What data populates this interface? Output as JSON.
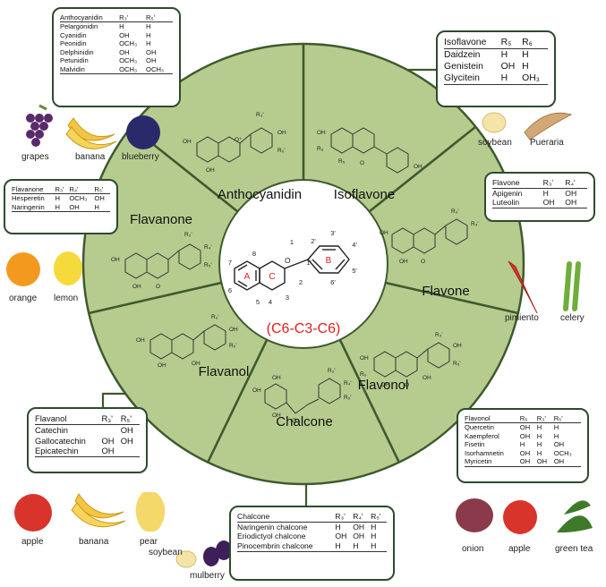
{
  "core": {
    "ring_a": "A",
    "ring_b": "B",
    "ring_c": "C",
    "formula": "(C6-C3-C6)",
    "positions": [
      "1",
      "2",
      "3",
      "4",
      "5",
      "6",
      "7",
      "8",
      "1'",
      "2'",
      "3'",
      "4'",
      "5'",
      "6'"
    ]
  },
  "segments": [
    {
      "label": "Anthocyanidin"
    },
    {
      "label": "Isoflavone"
    },
    {
      "label": "Flavone"
    },
    {
      "label": "Flavonol"
    },
    {
      "label": "Chalcone"
    },
    {
      "label": "Flavanol"
    },
    {
      "label": "Flavanone"
    }
  ],
  "mol_labels": {
    "oh": "OH",
    "o": "O",
    "o_plus": "O⁺",
    "r3": "R₃'",
    "r4": "R₄'",
    "r5": "R₅'",
    "r5n": "R₅",
    "r6": "R₆"
  },
  "tables": {
    "anthocyanidin": {
      "headers": [
        "Anthocyanidin",
        "R₃'",
        "R₅'"
      ],
      "rows": [
        [
          "Pelargonidin",
          "H",
          "H"
        ],
        [
          "Cyanidin",
          "OH",
          "H"
        ],
        [
          "Peonidin",
          "OCH₃",
          "H"
        ],
        [
          "Delphinidin",
          "OH",
          "OH"
        ],
        [
          "Petunidin",
          "OCH₃",
          "OH"
        ],
        [
          "Malvidin",
          "OCH₃",
          "OCH₃"
        ]
      ]
    },
    "isoflavone": {
      "headers": [
        "Isoflavone",
        "R₅",
        "R₆"
      ],
      "rows": [
        [
          "Daidzein",
          "H",
          "H"
        ],
        [
          "Genistein",
          "OH",
          "H"
        ],
        [
          "Glycitein",
          "H",
          "OH₃"
        ]
      ]
    },
    "flavone": {
      "headers": [
        "Flavone",
        "R₃'",
        "R₄'"
      ],
      "rows": [
        [
          "Apigenin",
          "H",
          "OH"
        ],
        [
          "Luteolin",
          "OH",
          "OH"
        ]
      ]
    },
    "flavanone": {
      "headers": [
        "Flavanone",
        "R₃'",
        "R₄'",
        "R₅'"
      ],
      "rows": [
        [
          "Hesperetin",
          "H",
          "OCH₃",
          "OH"
        ],
        [
          "Naringenin",
          "H",
          "OH",
          "H"
        ]
      ]
    },
    "flavanol": {
      "headers": [
        "Flavanol",
        "R₃'",
        "R₅'"
      ],
      "rows": [
        [
          "Catechin",
          "",
          "OH"
        ],
        [
          "Gallocatechin",
          "OH",
          "OH"
        ],
        [
          "Epicatechin",
          "OH",
          ""
        ]
      ]
    },
    "flavonol": {
      "headers": [
        "Flavonol",
        "R₆",
        "R₃'",
        "R₅'"
      ],
      "rows": [
        [
          "Quercetin",
          "OH",
          "H",
          "H"
        ],
        [
          "Kaempferol",
          "OH",
          "H",
          "H"
        ],
        [
          "Fisetin",
          "H",
          "H",
          "OH"
        ],
        [
          "Isorhamnetin",
          "OH",
          "H",
          "OCH₃"
        ],
        [
          "Myricetin",
          "OH",
          "OH",
          "OH"
        ]
      ]
    },
    "chalcone": {
      "headers": [
        "Chalcone",
        "R₃'",
        "R₄'",
        "R₅'"
      ],
      "rows": [
        [
          "Naringenin chalcone",
          "H",
          "OH",
          "H"
        ],
        [
          "Eriodictyol chalcone",
          "OH",
          "OH",
          "H"
        ],
        [
          "Pinocembrin chalcone",
          "H",
          "H",
          "H"
        ]
      ]
    }
  },
  "foods": {
    "grapes": "grapes",
    "banana_top": "banana",
    "blueberry": "blueberry",
    "soybean_top": "soybean",
    "pueraria": "Pueraria",
    "pimiento": "pimiento",
    "celery": "celery",
    "orange": "orange",
    "lemon": "lemon",
    "apple_left": "apple",
    "banana_left": "banana",
    "pear": "pear",
    "soybean_bottom": "soybean",
    "mulberry": "mulberry",
    "onion": "onion",
    "apple_right": "apple",
    "green_tea": "green tea"
  },
  "colors": {
    "segment_fill": "#b6cc8f",
    "segment_stroke": "#3f5a2e",
    "box_border": "#2f4a2f",
    "formula": "#e02020",
    "ring_letter": "#e02020"
  }
}
